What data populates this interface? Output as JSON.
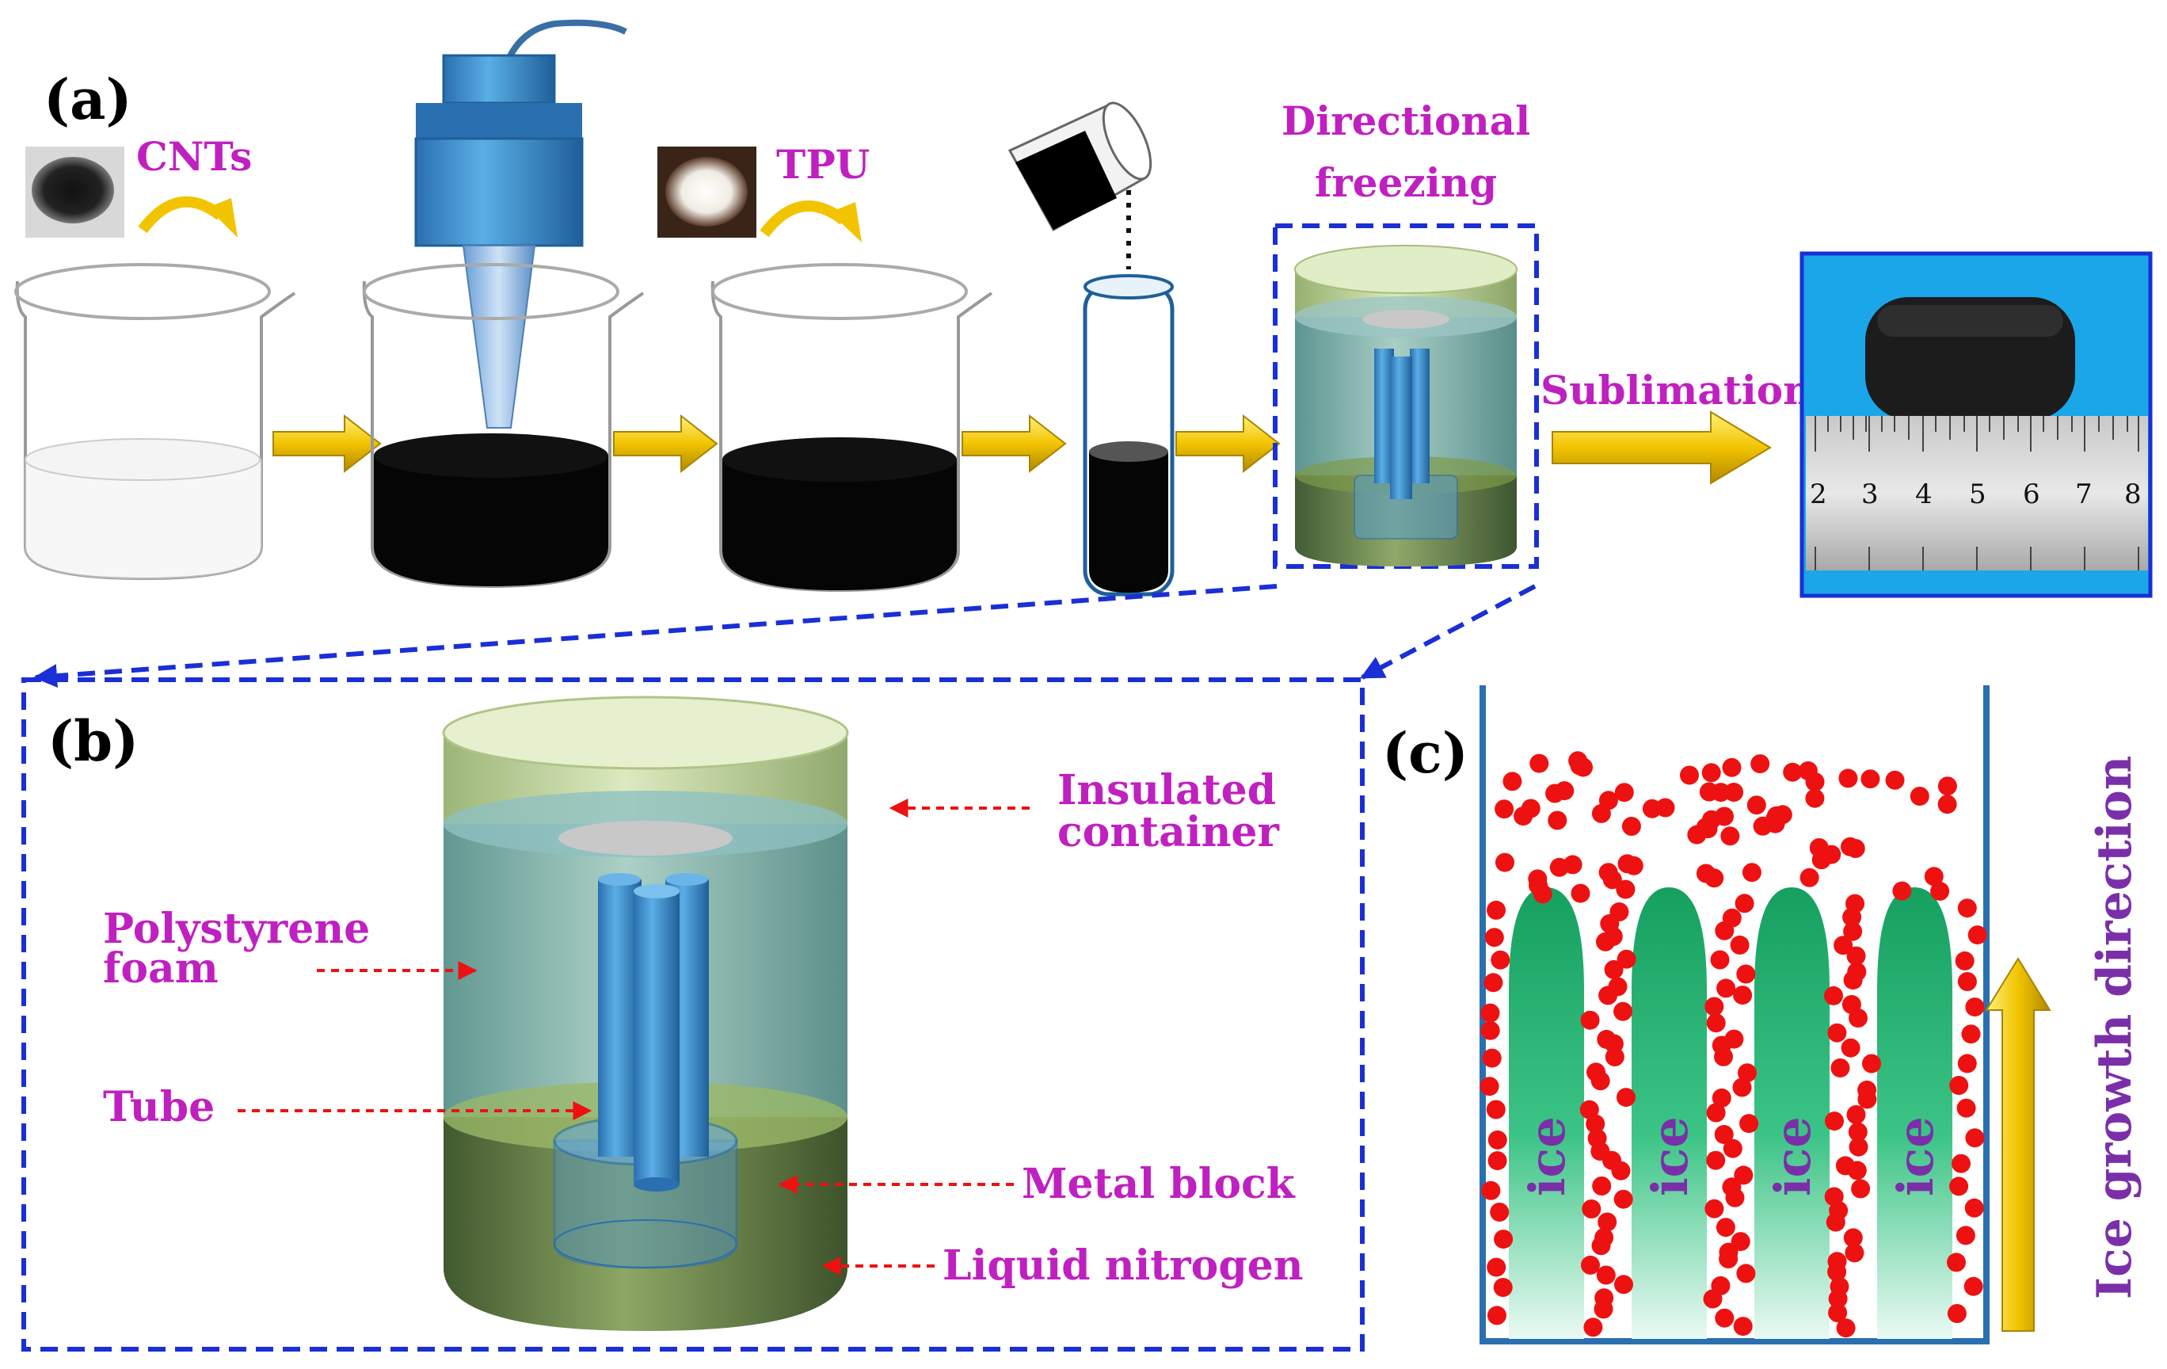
{
  "panels": {
    "a": "(a)",
    "b": "(b)",
    "c": "(c)"
  },
  "step_labels": {
    "cnts": "CNTs",
    "tpu": "TPU",
    "directional_freezing_line1": "Directional",
    "directional_freezing_line2": "freezing",
    "sublimation": "Sublimation"
  },
  "ruler_numbers": [
    "2",
    "3",
    "4",
    "5",
    "6",
    "7",
    "8"
  ],
  "callouts": {
    "insulated_line1": "Insulated",
    "insulated_line2": "container",
    "polystyrene_line1": "Polystyrene",
    "polystyrene_line2": "foam",
    "tube": "Tube",
    "metal_block": "Metal block",
    "liquid_nitrogen": "Liquid nitrogen"
  },
  "ice_label": "ice",
  "ice_growth": "Ice growth direction",
  "colors": {
    "magenta": "#c020c0",
    "dashed_blue": "#1a2fd6",
    "arrow_yellow": "#f2c400",
    "particle_red": "#ee1111",
    "ice_green": "#1db062",
    "tube_blue": "#3a8fd0",
    "container_green": "#c8dba0"
  }
}
